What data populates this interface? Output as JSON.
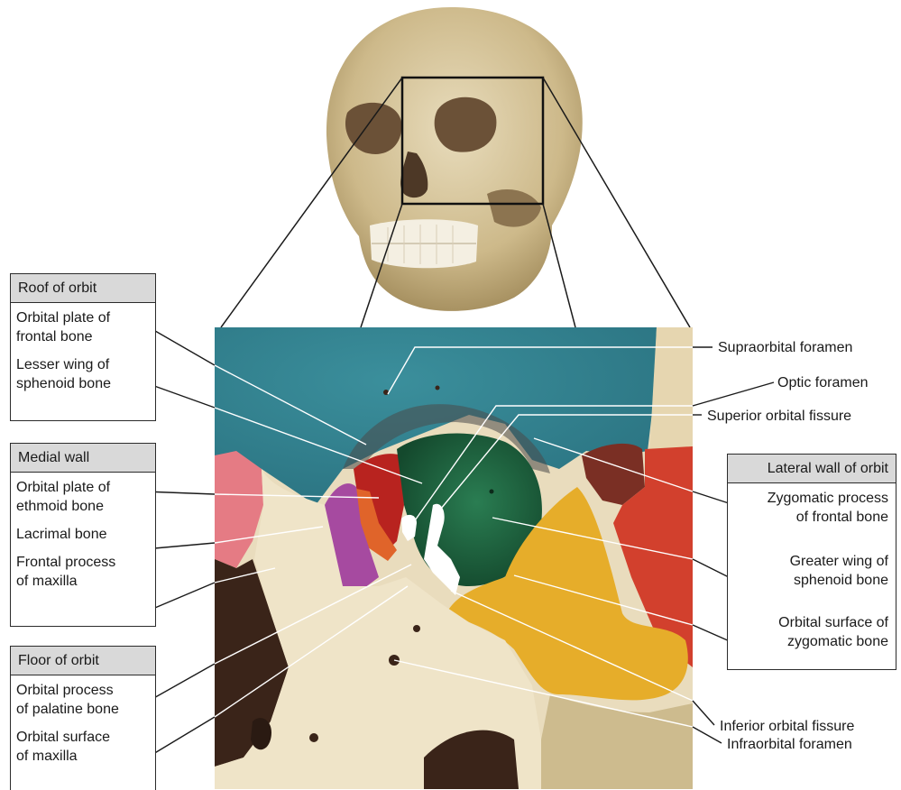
{
  "groups": {
    "roof": {
      "title": "Roof of orbit",
      "items": [
        "Orbital plate of\nfrontal bone",
        "Lesser wing of\nsphenoid bone"
      ]
    },
    "medial": {
      "title": "Medial wall",
      "items": [
        "Orbital plate of\nethmoid bone",
        "Lacrimal bone",
        "Frontal process\nof maxilla"
      ]
    },
    "floor": {
      "title": "Floor of orbit",
      "items": [
        "Orbital process\nof palatine bone",
        "Orbital surface\nof maxilla"
      ]
    },
    "lateral": {
      "title": "Lateral wall of orbit",
      "items": [
        "Zygomatic process\nof frontal bone",
        "Greater wing of\nsphenoid bone",
        "Orbital surface of\nzygomatic bone"
      ]
    }
  },
  "right_labels": [
    "Supraorbital foramen",
    "Optic foramen",
    "Superior orbital fissure",
    "Inferior orbital fissure",
    "Infraorbital foramen"
  ],
  "colors": {
    "bone": "#efe4c8",
    "bone_shadow": "#cdbb8e",
    "frontal_orbital": "#2e7f8c",
    "lesser_wing": "#b8231f",
    "ethmoid": "#c02a1e",
    "ethmoid_orange": "#e0642a",
    "lacrimal": "#a64aa0",
    "nasal_pink": "#e57b84",
    "greater_wing": "#1f6b43",
    "zygomatic": "#e6ad2a",
    "zygo_frontal": "#7a2f24",
    "lateral_red": "#d2402d",
    "dark_cavity": "#3a2419",
    "leader": "#ffffff",
    "leader_outside": "#1a1a1a"
  }
}
